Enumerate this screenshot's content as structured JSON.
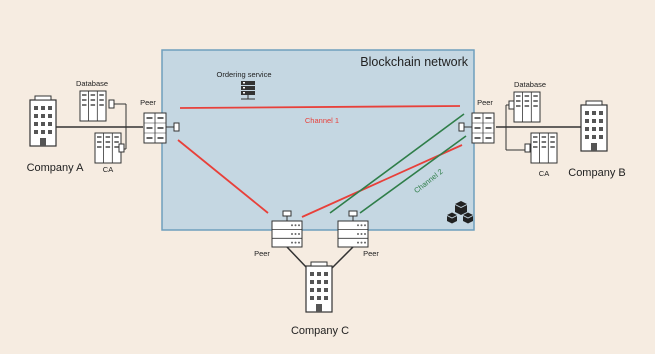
{
  "network": {
    "title": "Blockchain network"
  },
  "ordering": {
    "label": "Ordering service"
  },
  "companies": {
    "a": "Company A",
    "b": "Company B",
    "c": "Company C"
  },
  "labels": {
    "database": "Database",
    "ca": "CA",
    "peer": "Peer"
  },
  "channels": {
    "one": "Channel 1",
    "two": "Channel 2"
  },
  "colors": {
    "background": "#f6ece1",
    "network_fill": "#c5d7e2",
    "network_border": "#6f9fbd",
    "channel1": "#e8403a",
    "channel2": "#2f7e49",
    "ink": "#333333"
  }
}
